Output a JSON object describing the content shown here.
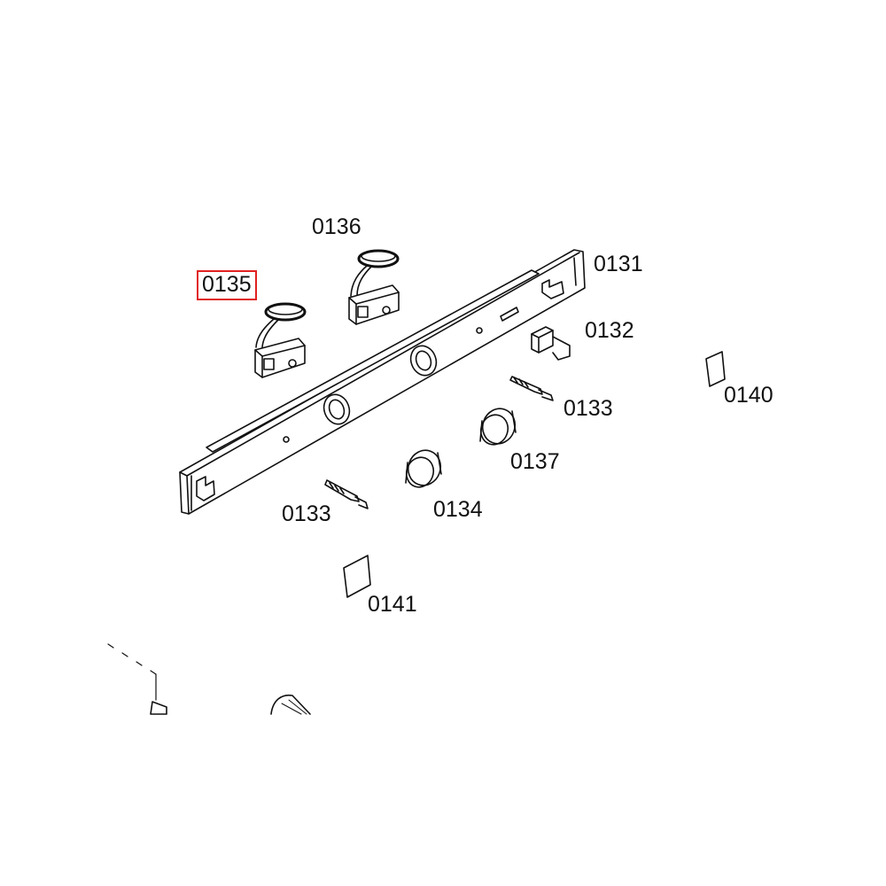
{
  "diagram": {
    "highlight_color": "#e02020",
    "line_color": "#111111",
    "highlighted_part": "0135",
    "parts": [
      {
        "id": "label-0131",
        "text": "0131"
      },
      {
        "id": "label-0132",
        "text": "0132"
      },
      {
        "id": "label-0133-right",
        "text": "0133"
      },
      {
        "id": "label-0133-left",
        "text": "0133"
      },
      {
        "id": "label-0134",
        "text": "0134"
      },
      {
        "id": "label-0135",
        "text": "0135"
      },
      {
        "id": "label-0136",
        "text": "0136"
      },
      {
        "id": "label-0137",
        "text": "0137"
      },
      {
        "id": "label-0140",
        "text": "0140"
      },
      {
        "id": "label-0141",
        "text": "0141"
      }
    ]
  }
}
